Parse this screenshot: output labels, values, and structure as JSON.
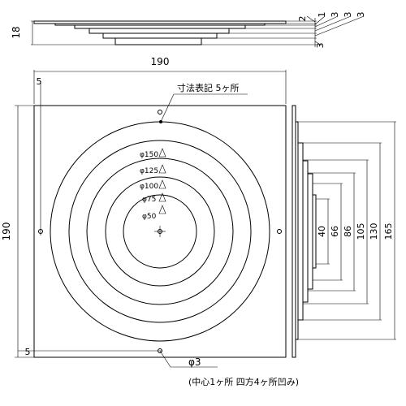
{
  "labels": {
    "overall_width": "190",
    "overall_height": "190",
    "height_total": "18",
    "edge_offset_top": "5",
    "edge_offset_bottom": "5",
    "annotation": "寸法表記 5ヶ所",
    "hole_diameter": "φ3",
    "hole_note": "(中心1ヶ所 四方4ヶ所凹み)"
  },
  "layer_thicknesses": [
    "2",
    "1",
    "3",
    "3",
    "3",
    "3"
  ],
  "ring_marks": [
    "φ150",
    "φ125",
    "φ100",
    "φ75",
    "φ50"
  ],
  "side_dims": [
    "40",
    "66",
    "86",
    "105",
    "130",
    "165"
  ]
}
